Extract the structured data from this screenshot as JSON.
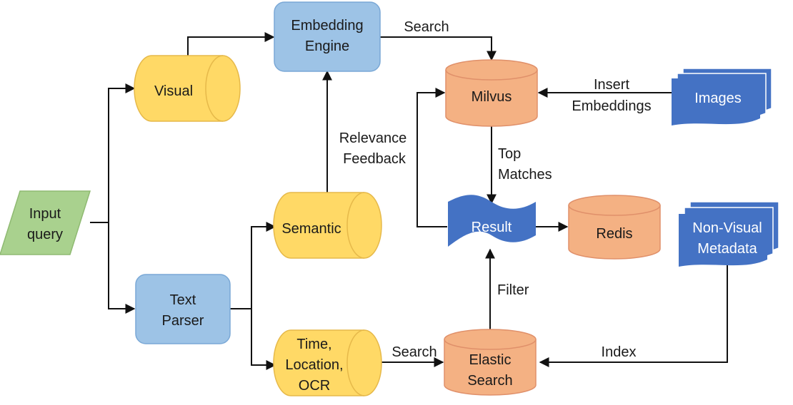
{
  "colors": {
    "green": "#a9d18e",
    "blue_box": "#9dc3e6",
    "yellow": "#ffd966",
    "salmon": "#f4b183",
    "doc_blue": "#4472c4"
  },
  "nodes": {
    "input_query": [
      "Input",
      "query"
    ],
    "visual": [
      "Visual"
    ],
    "embedding_engine": [
      "Embedding",
      "Engine"
    ],
    "text_parser": [
      "Text",
      "Parser"
    ],
    "semantic": [
      "Semantic"
    ],
    "time_location_ocr": [
      "Time,",
      "Location,",
      "OCR"
    ],
    "milvus": [
      "Milvus"
    ],
    "result": [
      "Result"
    ],
    "redis": [
      "Redis"
    ],
    "elastic_search": [
      "Elastic",
      "Search"
    ],
    "images": [
      "Images"
    ],
    "non_visual_metadata": [
      "Non-Visual",
      "Metadata"
    ]
  },
  "edges": {
    "search_top": [
      "Search"
    ],
    "insert_embeddings": [
      "Insert",
      "Embeddings"
    ],
    "relevance_feedback": [
      "Relevance",
      "Feedback"
    ],
    "top_matches": [
      "Top",
      "Matches"
    ],
    "filter": [
      "Filter"
    ],
    "search_bottom": [
      "Search"
    ],
    "index": [
      "Index"
    ]
  }
}
